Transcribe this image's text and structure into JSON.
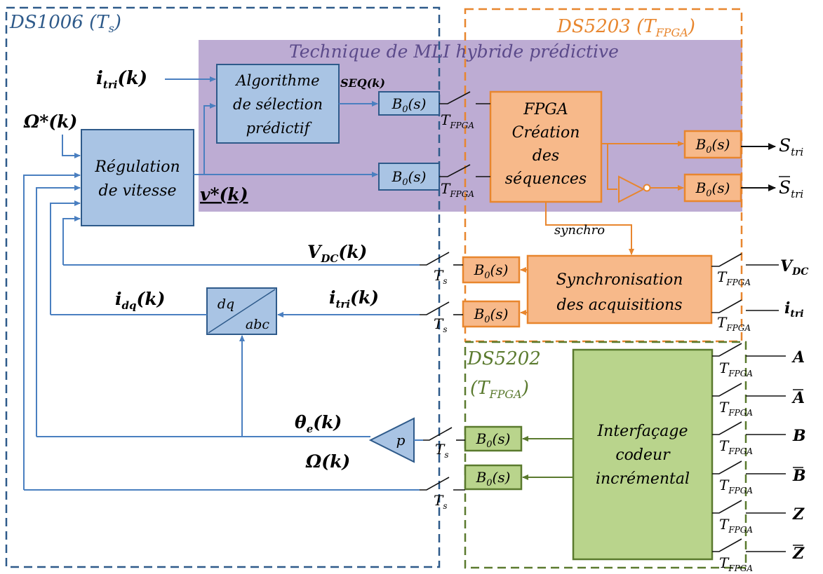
{
  "regions": {
    "ds1006": "DS1006 (T",
    "ds1006_sub": "s",
    "ds1006_close": ")",
    "ds5203": "DS5203 (T",
    "ds5203_sub": "FPGA",
    "ds5203_close": ")",
    "ds5202_line1": "DS5202",
    "ds5202_line2": "(T",
    "ds5202_sub": "FPGA",
    "ds5202_close": ")",
    "mli": "Technique de MLI hybride prédictive"
  },
  "blocks": {
    "regulation": [
      "Régulation",
      "de vitesse"
    ],
    "algorithme": [
      "Algorithme",
      "de sélection",
      "prédictif"
    ],
    "fpga": [
      "FPGA",
      "Création",
      "des",
      "séquences"
    ],
    "synchronisation": [
      "Synchronisation",
      "des acquisitions"
    ],
    "interfacage": [
      "Interfaçage",
      "codeur",
      "incrémental"
    ],
    "dq": "dq",
    "abc": "abc",
    "gain": "p",
    "b0": "B",
    "b0_sub": "0",
    "b0_arg": "(s)"
  },
  "signals": {
    "i_tri_in": "i",
    "i_tri_sub": "tri",
    "k": "(k)",
    "omega_star": "Ω*(k)",
    "seq": "SEQ(k)",
    "v_star": "v*(k)",
    "vdc": "V",
    "vdc_sub": "DC",
    "i_dq": "i",
    "i_dq_sub": "dq",
    "theta": "θ",
    "theta_sub": "e",
    "omega": "Ω(k)",
    "synchro": "synchro",
    "s_tri": "S",
    "s_tri_sub": "tri",
    "vdc_out": "V",
    "vdc_out_sub": "DC",
    "i_tri_out": "i",
    "i_tri_out_sub": "tri",
    "enc": [
      "A",
      "A",
      "B",
      "B",
      "Z",
      "Z"
    ]
  },
  "switch_labels": {
    "t": "T",
    "fpga": "FPGA",
    "s": "s"
  },
  "colors": {
    "blue_border": "#2e5a8a",
    "blue_fill": "#a9c4e4",
    "blue_line": "#4a7fc0",
    "orange": "#e8862e",
    "orange_fill": "#f7b98a",
    "green": "#5a7a2e",
    "green_fill": "#b9d48c",
    "purple_fill": "#b7a5cf"
  }
}
